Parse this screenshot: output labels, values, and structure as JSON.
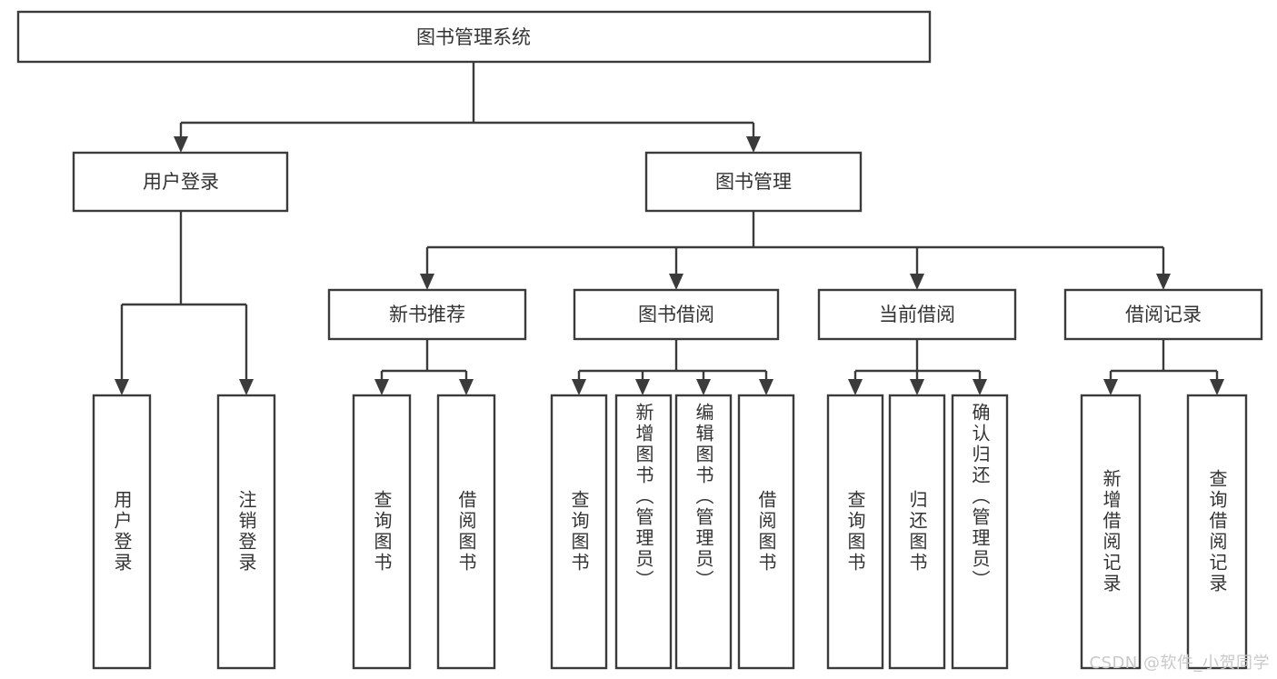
{
  "diagram": {
    "type": "tree-hierarchy-chart",
    "orientation": "top-down",
    "box_fill": "#ffffff",
    "box_stroke": "#3b3b3b",
    "text_color": "#333333",
    "root": {
      "label": "图书管理系统"
    },
    "level1": [
      {
        "label": "用户登录"
      },
      {
        "label": "图书管理"
      }
    ],
    "level2": [
      {
        "label": "新书推荐"
      },
      {
        "label": "图书借阅"
      },
      {
        "label": "当前借阅"
      },
      {
        "label": "借阅记录"
      }
    ],
    "leaves": {
      "user_login": [
        {
          "label": "用户登录"
        },
        {
          "label": "注销登录"
        }
      ],
      "new_book_recommend": [
        {
          "label": "查询图书"
        },
        {
          "label": "借阅图书"
        }
      ],
      "book_borrow": [
        {
          "label": "查询图书"
        },
        {
          "label": "新增图书（管理员）"
        },
        {
          "label": "编辑图书（管理员）"
        },
        {
          "label": "借阅图书"
        }
      ],
      "current_borrow": [
        {
          "label": "查询图书"
        },
        {
          "label": "归还图书"
        },
        {
          "label": "确认归还（管理员）"
        }
      ],
      "borrow_record": [
        {
          "label": "新增借阅记录"
        },
        {
          "label": "查询借阅记录"
        }
      ]
    }
  },
  "watermark": {
    "text": "CSDN @软件_小贺同学",
    "color": "#c9c9c9"
  }
}
